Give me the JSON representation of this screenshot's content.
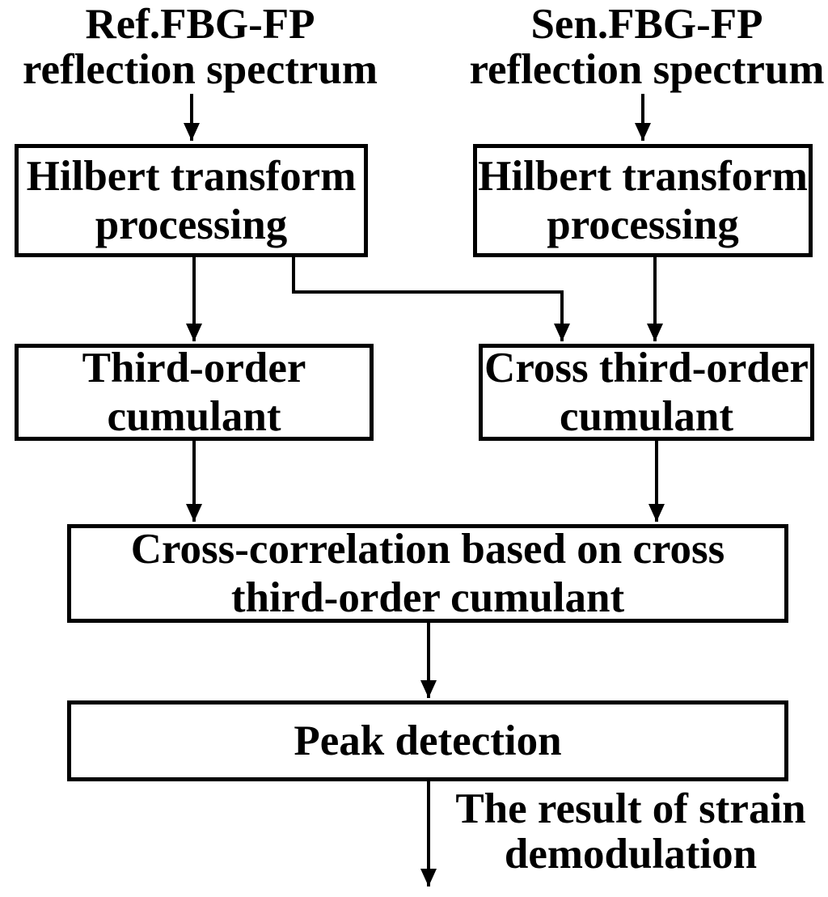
{
  "style": {
    "ink": "#000000",
    "background": "#ffffff"
  },
  "inputs": {
    "ref": {
      "line1": "Ref.FBG-FP",
      "line2": "reflection spectrum"
    },
    "sen": {
      "line1": "Sen.FBG-FP",
      "line2": "reflection spectrum"
    }
  },
  "nodes": {
    "hilbert_left": {
      "line1": "Hilbert transform",
      "line2": "processing"
    },
    "hilbert_right": {
      "line1": "Hilbert transform",
      "line2": "processing"
    },
    "third_order_cumulant": {
      "line1": "Third-order",
      "line2": "cumulant"
    },
    "cross_third_order_cumulant": {
      "line1": "Cross third-order",
      "line2": "cumulant"
    },
    "cross_correlation": {
      "line1": "Cross-correlation based on cross",
      "line2": "third-order cumulant"
    },
    "peak_detection": {
      "label": "Peak detection"
    }
  },
  "output_label": {
    "line1": "The result of strain",
    "line2": "demodulation"
  },
  "edges": [
    {
      "from": "ref-reflection-spectrum",
      "to": "hilbert-transform-left"
    },
    {
      "from": "sen-reflection-spectrum",
      "to": "hilbert-transform-right"
    },
    {
      "from": "hilbert-transform-left",
      "to": "third-order-cumulant"
    },
    {
      "from": "hilbert-transform-left",
      "to": "cross-third-order-cumulant"
    },
    {
      "from": "hilbert-transform-right",
      "to": "cross-third-order-cumulant"
    },
    {
      "from": "third-order-cumulant",
      "to": "cross-correlation"
    },
    {
      "from": "cross-third-order-cumulant",
      "to": "cross-correlation"
    },
    {
      "from": "cross-correlation",
      "to": "peak-detection"
    },
    {
      "from": "peak-detection",
      "to": "strain-demodulation-result"
    }
  ]
}
